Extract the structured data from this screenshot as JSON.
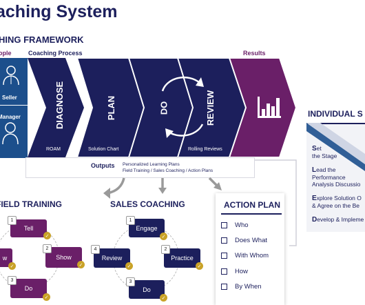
{
  "title": "aching System",
  "subtitle": "HING FRAMEWORK",
  "headers": {
    "people": "ople",
    "process": "Coaching Process",
    "results": "Results"
  },
  "people": {
    "seller": "Seller",
    "manager": "Manager"
  },
  "chevrons": [
    {
      "label": "DIAGNOSE",
      "sub": "ROAM"
    },
    {
      "label": "PLAN",
      "sub": "Solution Chart"
    },
    {
      "label": "DO",
      "sub": ""
    },
    {
      "label": "REVIEW",
      "sub": "Rolling Reviews"
    }
  ],
  "results_icon": "bar-chart-icon",
  "outputs": {
    "label": "Outputs",
    "line1": "Personalized Learning Plans",
    "line2": "Field Training / Sales Coaching / Action Plans"
  },
  "field_training": {
    "title": "FIELD TRAINING",
    "steps": [
      {
        "num": "1",
        "label": "Tell"
      },
      {
        "num": "2",
        "label": "Show"
      },
      {
        "num": "3",
        "label": "Do"
      },
      {
        "num": "",
        "label": "w"
      }
    ]
  },
  "sales_coaching": {
    "title": "SALES COACHING",
    "steps": [
      {
        "num": "1",
        "label": "Engage"
      },
      {
        "num": "2",
        "label": "Practice"
      },
      {
        "num": "3",
        "label": "Do"
      },
      {
        "num": "4",
        "label": "Review"
      }
    ]
  },
  "action_plan": {
    "title": "ACTION PLAN",
    "items": [
      "Who",
      "Does What",
      "With Whom",
      "How",
      "By When"
    ]
  },
  "individual": {
    "title": "INDIVIDUAL S",
    "items": [
      {
        "letter": "S",
        "rest": "et",
        "line2": "the Stage",
        "line3": ""
      },
      {
        "letter": "L",
        "rest": "ead the",
        "line2": "Performance",
        "line3": "Analysis Discussio"
      },
      {
        "letter": "E",
        "rest": "xplore Solution O",
        "line2": "& Agree on the Be",
        "line3": ""
      },
      {
        "letter": "D",
        "rest": "evelop & Impleme",
        "line2": "",
        "line3": ""
      }
    ]
  },
  "colors": {
    "navy": "#1c1f5c",
    "purple": "#6a1f68",
    "blue": "#1c4f8c",
    "gold": "#c9a227",
    "gray": "#9a9a9a"
  }
}
